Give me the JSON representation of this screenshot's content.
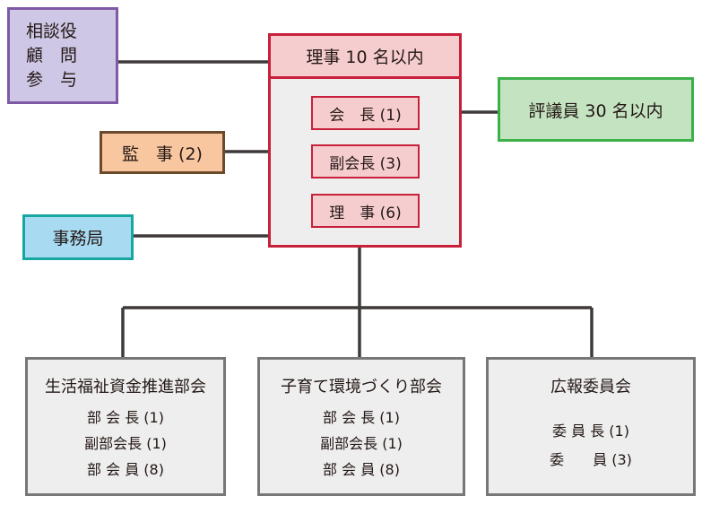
{
  "advisors": {
    "lines": [
      "相談役",
      "顧　問",
      "参　与"
    ]
  },
  "board": {
    "title": "理事 10 名以内",
    "roles": [
      "会　長 (1)",
      "副会長 (3)",
      "理　事 (6)"
    ]
  },
  "councilors": {
    "label": "評議員 30 名以内"
  },
  "auditor": {
    "label": "監　事 (2)"
  },
  "secretariat": {
    "label": "事務局"
  },
  "committees": [
    {
      "name": "生活福祉資金推進部会",
      "members": [
        "部 会 長 (1)",
        "副部会長 (1)",
        "部 会 員 (8)"
      ]
    },
    {
      "name": "子育て環境づくり部会",
      "members": [
        "部 会 長 (1)",
        "副部会長 (1)",
        "部 会 員 (8)"
      ]
    },
    {
      "name": "広報委員会",
      "members": [
        "委 員 長 (1)",
        "委　　員 (3)"
      ]
    }
  ]
}
